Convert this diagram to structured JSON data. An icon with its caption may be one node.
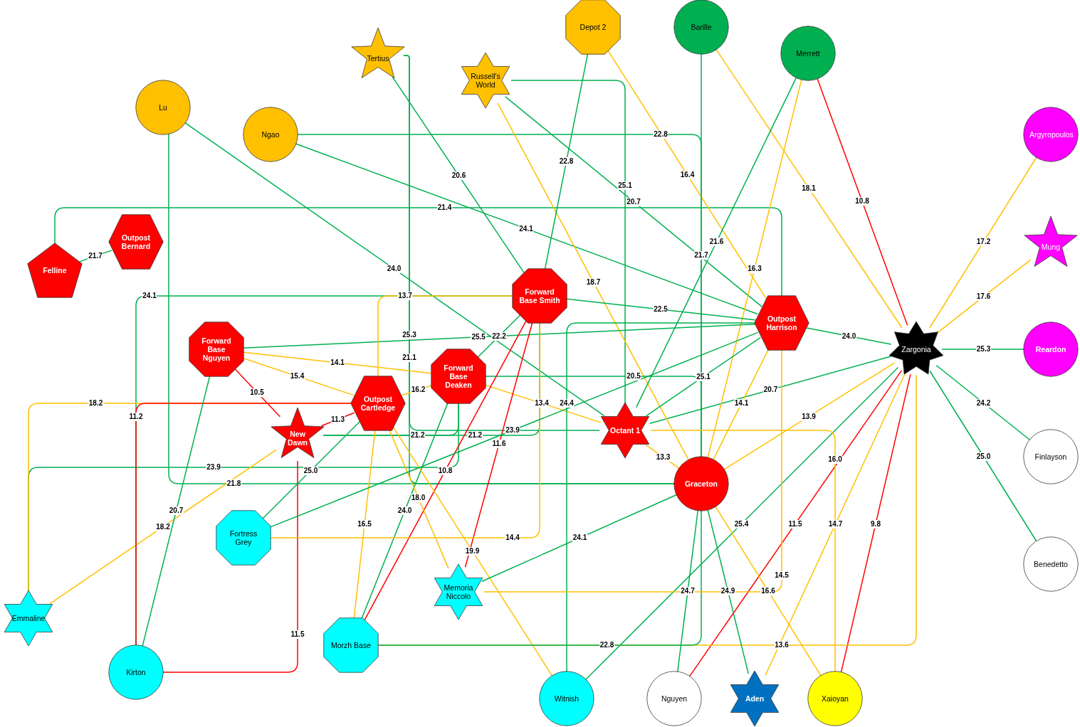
{
  "diagram": {
    "nodes": [
      {
        "text": [
          "Depot 2"
        ]
      },
      {
        "text": [
          "Barille"
        ]
      },
      {
        "text": [
          "Merrett"
        ]
      },
      {
        "text": [
          "Tertius"
        ]
      },
      {
        "text": [
          "Russell's World"
        ]
      },
      {
        "text": [
          "Lu"
        ]
      },
      {
        "text": [
          "Ngao"
        ]
      },
      {
        "text": [
          "Argyropoulos"
        ]
      },
      {
        "text": [
          "Outpost Bernard"
        ]
      },
      {
        "text": [
          "Felline"
        ]
      },
      {
        "text": [
          "Mung"
        ]
      },
      {
        "text": [
          "Forward Base Smith"
        ]
      },
      {
        "text": [
          "Outpost Harrison"
        ]
      },
      {
        "text": [
          "Forward Base Nguyen"
        ]
      },
      {
        "text": [
          "Zargonia"
        ]
      },
      {
        "text": [
          "Reardon"
        ]
      },
      {
        "text": [
          "Forward Base Deaken"
        ]
      },
      {
        "text": [
          "Outpost Cartledge"
        ]
      },
      {
        "text": [
          "New Dawn"
        ]
      },
      {
        "text": [
          "Octant 1"
        ]
      },
      {
        "text": [
          "Finlayson"
        ]
      },
      {
        "text": [
          "Graceton"
        ]
      },
      {
        "text": [
          "Fortress Grey"
        ]
      },
      {
        "text": [
          "Benedetto"
        ]
      },
      {
        "text": [
          "Memoria Niccolo"
        ]
      },
      {
        "text": [
          "Emmaline"
        ]
      },
      {
        "text": [
          "Morzh Base"
        ]
      },
      {
        "text": [
          "Kirton"
        ]
      },
      {
        "text": [
          "Witnish"
        ]
      },
      {
        "text": [
          "Nguyen"
        ]
      },
      {
        "text": [
          "Aden"
        ]
      },
      {
        "text": [
          "Xaioyan"
        ]
      }
    ],
    "edges": [
      {
        "from": 1,
        "to": 14,
        "arrow": "none",
        "label": "18.1",
        "color": "#ffc000"
      },
      {
        "from": 2,
        "to": 14,
        "arrow": "none",
        "label": "10.8",
        "color": "#ff0000"
      },
      {
        "from": 7,
        "to": 14,
        "arrow": "none",
        "label": "17.2",
        "color": "#ffc000"
      },
      {
        "from": 10,
        "to": 14,
        "arrow": "none",
        "label": "17.6",
        "color": "#ffc000"
      },
      {
        "from": 12,
        "to": 14,
        "arrow": "none",
        "label": "24.0"
      },
      {
        "from": 14,
        "to": 15,
        "arrow": "none",
        "label": "25.3"
      },
      {
        "from": 14,
        "to": 20,
        "arrow": "none",
        "label": "24.2"
      },
      {
        "from": 14,
        "to": 23,
        "arrow": "none",
        "label": "25.0"
      },
      {
        "from": 19,
        "to": 14,
        "arrow": "none",
        "label": "20.7"
      },
      {
        "from": 21,
        "to": 14,
        "arrow": "none",
        "label": "13.9",
        "color": "#ffc000"
      },
      {
        "from": 28,
        "to": 14,
        "arrow": "none",
        "label": "25.4"
      },
      {
        "from": 29,
        "to": 14,
        "arrow": "none",
        "label": "11.5",
        "color": "#ff0000"
      },
      {
        "from": 30,
        "to": 14,
        "arrow": "none",
        "label": "14.7",
        "color": "#ffc000"
      },
      {
        "from": 31,
        "to": 14,
        "arrow": "none",
        "label": "9.8",
        "color": "#ff0000"
      },
      {
        "from": 26,
        "to": 14,
        "arrow": "none",
        "label": "13.6",
        "color": "#ffc000"
      },
      {
        "from": 9,
        "to": 8,
        "arrow": "none",
        "label": "21.7"
      },
      {
        "from": 9,
        "to": 12,
        "arrow": "none",
        "label": "21.4"
      },
      {
        "from": 5,
        "to": 19,
        "arrow": "none",
        "label": "24.0"
      },
      {
        "from": 5,
        "to": 21,
        "arrow": "none",
        "label": "21.8"
      },
      {
        "from": 6,
        "to": 12,
        "arrow": "none",
        "label": "24.1"
      },
      {
        "from": 6,
        "to": 21,
        "arrow": "none",
        "label": "22.8"
      },
      {
        "from": 3,
        "to": 19,
        "arrow": "none",
        "label": "25.3"
      },
      {
        "from": 3,
        "to": 11,
        "arrow": "none",
        "label": "20.6"
      },
      {
        "from": 3,
        "to": 21,
        "arrow": "none",
        "label": "21.1"
      },
      {
        "from": 4,
        "to": 19,
        "arrow": "none",
        "label": "25.1"
      },
      {
        "from": 4,
        "to": 12,
        "arrow": "none",
        "label": "20.7"
      },
      {
        "from": 4,
        "to": 21,
        "arrow": "none",
        "label": "18.7",
        "color": "#ffc000"
      },
      {
        "from": 0,
        "to": 11,
        "arrow": "none",
        "label": "22.8"
      },
      {
        "from": 0,
        "to": 12,
        "arrow": "none",
        "label": "16.4",
        "color": "#ffc000"
      },
      {
        "from": 1,
        "to": 21,
        "arrow": "none",
        "label": "21.7"
      },
      {
        "from": 2,
        "to": 21,
        "arrow": "none",
        "label": "16.3",
        "color": "#ffc000"
      },
      {
        "from": 2,
        "to": 19,
        "arrow": "none",
        "label": "21.6"
      },
      {
        "from": 11,
        "to": 12,
        "arrow": "none",
        "label": "22.5"
      },
      {
        "from": 11,
        "to": 27,
        "arrow": "none",
        "label": "24.1"
      },
      {
        "from": 18,
        "to": 11,
        "arrow": "none",
        "label": "21.2"
      },
      {
        "from": 13,
        "to": 12,
        "arrow": "none",
        "label": "25.5"
      },
      {
        "from": 25,
        "to": 16,
        "arrow": "none",
        "label": "23.9"
      },
      {
        "from": 11,
        "to": 17,
        "arrow": "none",
        "label": "13.7",
        "color": "#ffc000"
      },
      {
        "from": 11,
        "to": 16,
        "arrow": "none",
        "label": "22.2"
      },
      {
        "from": 13,
        "to": 16,
        "arrow": "none",
        "label": "14.1",
        "color": "#ffc000"
      },
      {
        "from": 13,
        "to": 18,
        "arrow": "none",
        "label": "10.5",
        "color": "#ff0000"
      },
      {
        "from": 13,
        "to": 17,
        "arrow": "none",
        "label": "15.4",
        "color": "#ffc000"
      },
      {
        "from": 18,
        "to": 16,
        "arrow": "none",
        "label": "21.2"
      },
      {
        "from": 17,
        "to": 16,
        "arrow": "none",
        "label": "16.2",
        "color": "#ffc000"
      },
      {
        "from": 16,
        "to": 21,
        "arrow": "none",
        "label": "20.5"
      },
      {
        "from": 16,
        "to": 19,
        "arrow": "none",
        "label": "13.4",
        "color": "#ffc000"
      },
      {
        "from": 28,
        "to": 12,
        "arrow": "none",
        "label": "24.4"
      },
      {
        "from": 16,
        "to": 26,
        "arrow": "none",
        "label": "24.0"
      },
      {
        "from": 11,
        "to": 24,
        "arrow": "none",
        "label": "11.6",
        "color": "#ff0000"
      },
      {
        "from": 11,
        "to": 26,
        "arrow": "none",
        "label": "10.8",
        "color": "#ff0000"
      },
      {
        "from": 25,
        "to": 18,
        "arrow": "none",
        "label": "18.2",
        "color": "#ffc000"
      },
      {
        "from": 25,
        "to": 17,
        "arrow": "none",
        "label": "18.2",
        "color": "#ffc000"
      },
      {
        "from": 27,
        "to": 17,
        "arrow": "none",
        "label": "11.2",
        "color": "#ff0000"
      },
      {
        "from": 27,
        "to": 18,
        "arrow": "none",
        "label": "11.5",
        "color": "#ff0000"
      },
      {
        "from": 18,
        "to": 17,
        "arrow": "none",
        "label": "11.3",
        "color": "#ff0000"
      },
      {
        "from": 27,
        "to": 13,
        "arrow": "none",
        "label": "20.7"
      },
      {
        "from": 22,
        "to": 17,
        "arrow": "none",
        "label": "25.0"
      },
      {
        "from": 17,
        "to": 26,
        "arrow": "none",
        "label": "16.5",
        "color": "#ffc000"
      },
      {
        "from": 17,
        "to": 28,
        "arrow": "none",
        "label": "19.9",
        "color": "#ffc000"
      },
      {
        "from": 17,
        "to": 24,
        "arrow": "none",
        "label": "18.0",
        "color": "#ffc000"
      },
      {
        "from": 22,
        "to": 11,
        "arrow": "none",
        "label": "14.4",
        "color": "#ffc000"
      },
      {
        "from": 22,
        "to": 12,
        "arrow": "none",
        "label": "23.9"
      },
      {
        "from": 26,
        "to": 21,
        "arrow": "none",
        "label": "22.8"
      },
      {
        "from": 24,
        "to": 21,
        "arrow": "none",
        "label": "24.1"
      },
      {
        "from": 24,
        "to": 12,
        "arrow": "none",
        "label": "14.5",
        "color": "#ffc000"
      },
      {
        "from": 19,
        "to": 21,
        "arrow": "none",
        "label": "13.3",
        "color": "#ffc000"
      },
      {
        "from": 19,
        "to": 31,
        "arrow": "none",
        "label": "16.0",
        "color": "#ffc000"
      },
      {
        "from": 21,
        "to": 31,
        "arrow": "none",
        "label": "16.6",
        "color": "#ffc000"
      },
      {
        "from": 21,
        "to": 30,
        "arrow": "none",
        "label": "24.9"
      },
      {
        "from": 29,
        "to": 21,
        "arrow": "none",
        "label": "24.7"
      },
      {
        "from": 12,
        "to": 19,
        "arrow": "none",
        "label": "25.1"
      },
      {
        "from": 21,
        "to": 12,
        "arrow": "none",
        "label": "14.1",
        "color": "#ffc000"
      }
    ]
  }
}
